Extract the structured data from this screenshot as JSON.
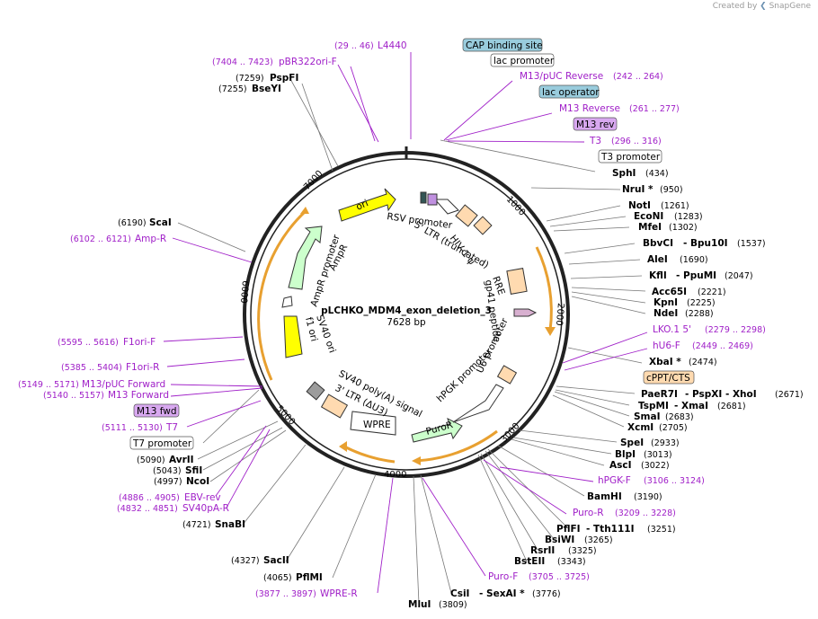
{
  "brand": {
    "prefix": "Created by",
    "name": "SnapGene"
  },
  "plasmid": {
    "name": "pLCHKO_MDM4_exon_deletion_3",
    "size": "7628 bp"
  },
  "ticks": [
    "1000",
    "2000",
    "3000",
    "4000",
    "5000",
    "6000",
    "7000"
  ],
  "features": [
    "ori",
    "RSV promoter",
    "5' LTR (truncated)",
    "HIV-1 ψ",
    "RRE",
    "gp41 peptide",
    "U6 promoter",
    "hPGK promoter",
    "PuroR",
    "WPRE",
    "3' LTR (ΔU3)",
    "SV40 poly(A) signal",
    "SV40 ori",
    "f1 ori",
    "AmpR promoter",
    "AmpR"
  ],
  "enzymes": [
    {
      "name": "NruI *",
      "pos": "(950)"
    },
    {
      "name": "NotI",
      "pos": "(1261)"
    },
    {
      "name": "EcoNI",
      "pos": "(1283)"
    },
    {
      "name": "MfeI",
      "pos": "(1302)"
    },
    {
      "name": "BbvCI",
      "pos": "- Bpu10I",
      "extra": "(1537)"
    },
    {
      "name": "AleI",
      "pos": "(1690)"
    },
    {
      "name": "KflI",
      "pos": "- PpuMI",
      "extra": "(2047)"
    },
    {
      "name": "Acc65I",
      "pos": "(2221)"
    },
    {
      "name": "KpnI",
      "pos": "(2225)"
    },
    {
      "name": "NdeI",
      "pos": "(2288)"
    },
    {
      "name": "XbaI *",
      "pos": "(2474)"
    },
    {
      "name": "PaeR7I",
      "pos": "- PspXI - XhoI",
      "extra": "(2671)"
    },
    {
      "name": "TspMI",
      "pos": "- XmaI",
      "extra": "(2681)"
    },
    {
      "name": "SmaI",
      "pos": "(2683)"
    },
    {
      "name": "XcmI",
      "pos": "(2705)"
    },
    {
      "name": "SpeI",
      "pos": "(2933)"
    },
    {
      "name": "BlpI",
      "pos": "(3013)"
    },
    {
      "name": "AscI",
      "pos": "(3022)"
    },
    {
      "name": "BamHI",
      "pos": "(3190)"
    },
    {
      "name": "PflFI",
      "pos": "- Tth111I",
      "extra": "(3251)"
    },
    {
      "name": "BsiWI",
      "pos": "(3265)"
    },
    {
      "name": "RsrII",
      "pos": "(3325)"
    },
    {
      "name": "BstEII",
      "pos": "(3343)"
    },
    {
      "name": "CsiI",
      "pos": "- SexAI *",
      "extra": "(3776)"
    },
    {
      "name": "MluI",
      "pos": "(3809)"
    },
    {
      "name": "PflMI",
      "pos": "(4065)"
    },
    {
      "name": "SacII",
      "pos": "(4327)"
    },
    {
      "name": "SnaBI",
      "pos": "(4721)"
    },
    {
      "name": "NcoI",
      "pos": "(4997)"
    },
    {
      "name": "SfiI",
      "pos": "(5043)"
    },
    {
      "name": "AvrII",
      "pos": "(5090)"
    },
    {
      "name": "ScaI",
      "pos": "(6190)"
    },
    {
      "name": "BseYI",
      "pos": "(7255)"
    },
    {
      "name": "PspFI",
      "pos": "(7259)"
    },
    {
      "name": "SphI",
      "pos": "(434)"
    }
  ],
  "primers": [
    {
      "name": "L4440",
      "pos": "(29 .. 46)"
    },
    {
      "name": "pBR322ori-F",
      "pos": "(7404 .. 7423)"
    },
    {
      "name": "M13/pUC Reverse",
      "pos": "(242 .. 264)"
    },
    {
      "name": "M13 Reverse",
      "pos": "(261 .. 277)"
    },
    {
      "name": "T3",
      "pos": "(296 .. 316)"
    },
    {
      "name": "LKO.1 5'",
      "pos": "(2279 .. 2298)"
    },
    {
      "name": "hU6-F",
      "pos": "(2449 .. 2469)"
    },
    {
      "name": "hPGK-F",
      "pos": "(3106 .. 3124)"
    },
    {
      "name": "Puro-R",
      "pos": "(3209 .. 3228)"
    },
    {
      "name": "Puro-F",
      "pos": "(3705 .. 3725)"
    },
    {
      "name": "WPRE-R",
      "pos": "(3877 .. 3897)"
    },
    {
      "name": "SV40pA-R",
      "pos": "(4832 .. 4851)"
    },
    {
      "name": "EBV-rev",
      "pos": "(4886 .. 4905)"
    },
    {
      "name": "T7",
      "pos": "(5111 .. 5130)"
    },
    {
      "name": "M13 Forward",
      "pos": "(5140 .. 5157)"
    },
    {
      "name": "M13/pUC Forward",
      "pos": "(5149 .. 5171)"
    },
    {
      "name": "F1ori-R",
      "pos": "(5385 .. 5404)"
    },
    {
      "name": "F1ori-F",
      "pos": "(5595 .. 5616)"
    },
    {
      "name": "Amp-R",
      "pos": "(6102 .. 6121)"
    }
  ],
  "boxes": [
    "CAP binding site",
    "lac promoter",
    "lac operator",
    "M13 rev",
    "T3 promoter",
    "cPPT/CTS",
    "M13 fwd",
    "T7 promoter"
  ],
  "colors": {
    "primer": "#a020c8",
    "ori": "#ffff00",
    "amp": "#ccffcc",
    "ltr": "#ffdab0",
    "arrow_outline": "#e8a030",
    "cap": "#99ccdd"
  }
}
